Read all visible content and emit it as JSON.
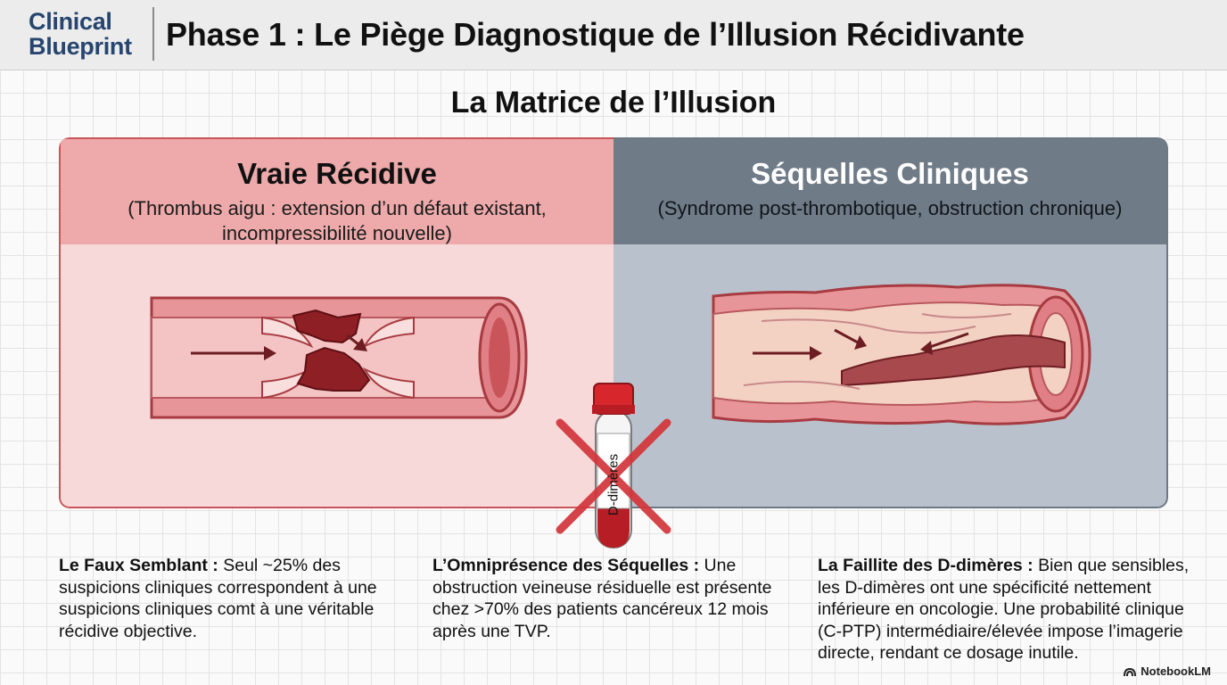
{
  "header": {
    "brand_line1": "Clinical",
    "brand_line2": "Blueprint",
    "title": "Phase 1 : Le Piège Diagnostique de l’Illusion Récidivante"
  },
  "matrix": {
    "title": "La Matrice de l’Illusion",
    "left": {
      "name": "Vraie Récidive",
      "subtitle": "(Thrombus aigu : extension d’un défaut existant, incompressibilité nouvelle)"
    },
    "right": {
      "name": "Séquelles Cliniques",
      "subtitle": "(Syndrome post-thrombotique, obstruction chronique)"
    },
    "tube_label": "D-dimères"
  },
  "notes": [
    {
      "lead": "Le Faux Semblant :",
      "text": " Seul ~25% des suspicions cliniques correspondent à une suspicions cliniques comt à une véritable récidive objective."
    },
    {
      "lead": "L’Omniprésence des Séquelles :",
      "text": " Une obstruction veineuse résiduelle est présente chez >70% des patients cancéreux 12 mois après une TVP."
    },
    {
      "lead": "La Faillite des D-dimères :",
      "text": " Bien que sensibles, les D-dimères ont une spécificité nettement inférieure en oncologie. Une probabilité clinique (C-PTP) intermédiaire/élevée impose l’imagerie directe, rendant ce dosage inutile."
    }
  ],
  "watermark": "NotebookLM",
  "colors": {
    "brand": "#27456e",
    "left_panel": "#f7d9d9",
    "left_header": "#eeaaab",
    "right_panel": "#b9c2cc",
    "right_header": "#6f7b87",
    "cross": "#d2353a"
  }
}
